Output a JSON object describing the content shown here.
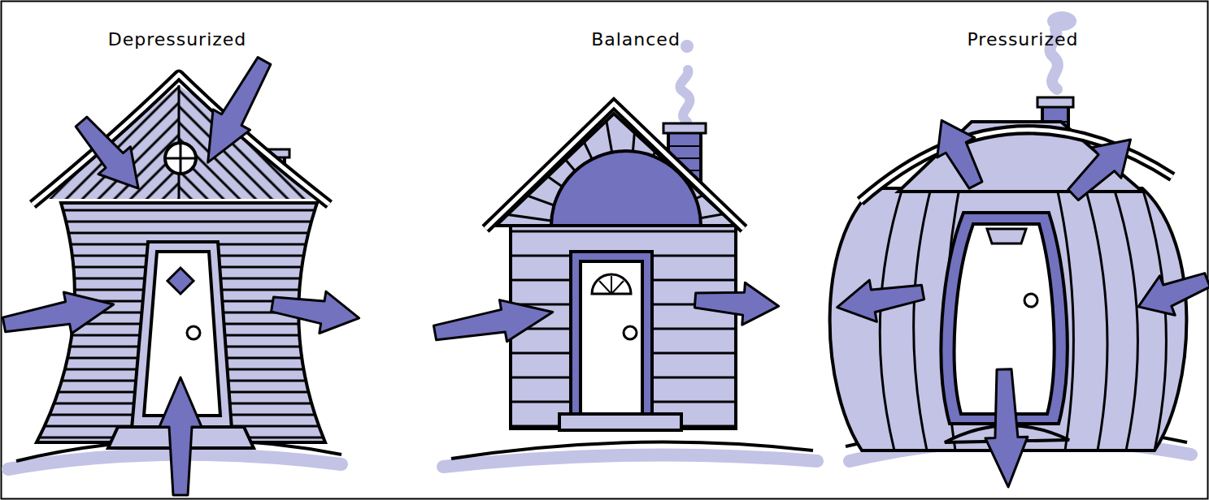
{
  "diagram": {
    "labels": [
      "Depressurized",
      "Balanced",
      "Pressurized"
    ]
  }
}
